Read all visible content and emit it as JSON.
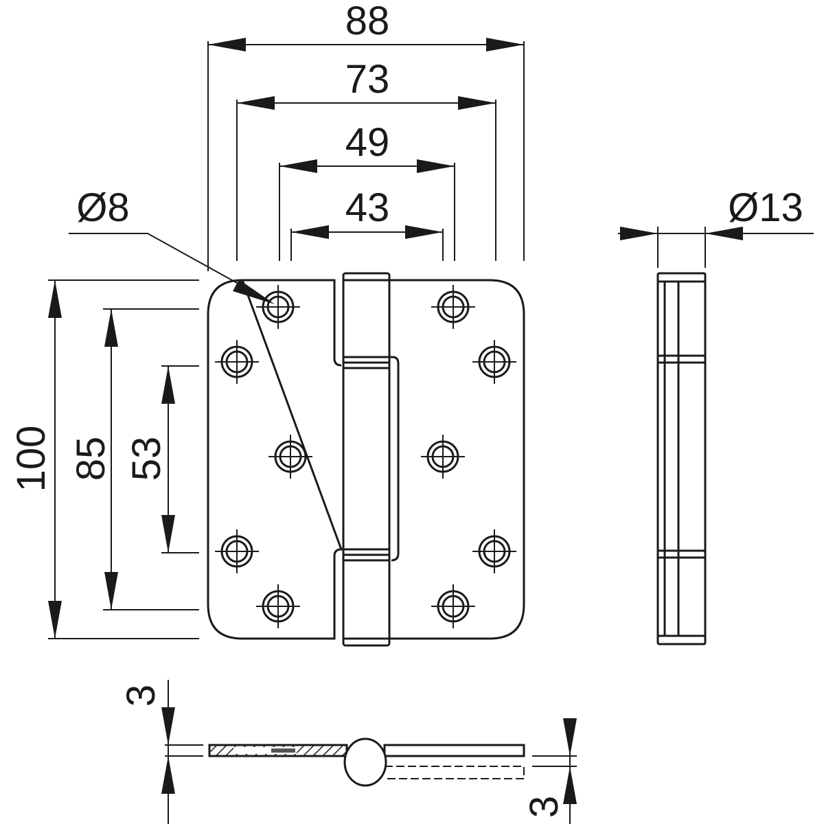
{
  "title": "Hinge technical drawing",
  "dimensions": {
    "overall_width": "88",
    "width_73": "73",
    "width_49": "49",
    "width_43": "43",
    "hole_diameter": "Ø8",
    "knuckle_diameter": "Ø13",
    "height_100": "100",
    "height_85": "85",
    "height_53": "53",
    "thickness_left": "3",
    "thickness_right": "3"
  },
  "colors": {
    "line": "#1a1a1a",
    "background": "#ffffff"
  }
}
